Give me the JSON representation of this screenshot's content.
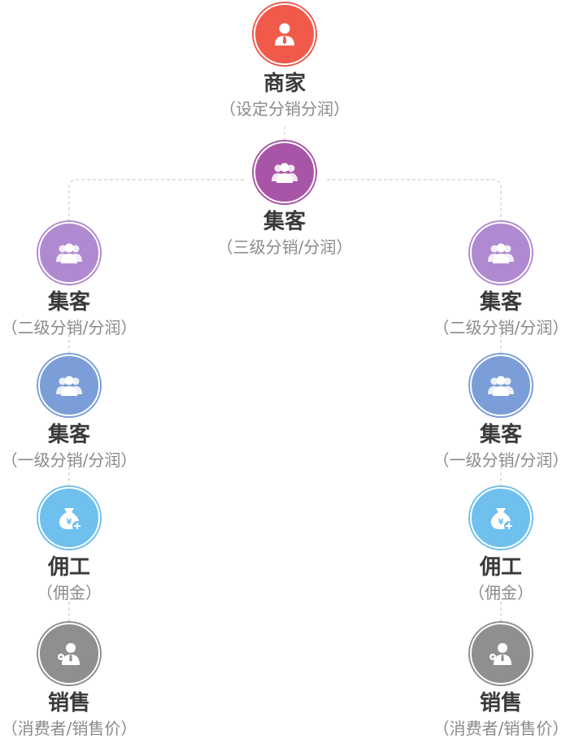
{
  "merchant": {
    "title": "商家",
    "subtitle": "（设定分销分润）",
    "color": "#ef5a4b",
    "icon": "businessman-icon"
  },
  "top_member": {
    "title": "集客",
    "subtitle": "（三级分销/分润）",
    "color": "#a855a7",
    "icon": "group-icon"
  },
  "left_branch": {
    "level2": {
      "title": "集客",
      "subtitle": "（二级分销/分润）",
      "color": "#b08ad0",
      "icon": "group-icon"
    },
    "level1": {
      "title": "集客",
      "subtitle": "（一级分销/分润）",
      "color": "#7c9ed8",
      "icon": "group-icon"
    },
    "worker": {
      "title": "佣工",
      "subtitle": "（佣金）",
      "color": "#6fc0ee",
      "icon": "money-bag-icon"
    },
    "sales": {
      "title": "销售",
      "subtitle": "（消费者/销售价）",
      "color": "#8f8f8f",
      "icon": "salesperson-icon"
    }
  },
  "right_branch": {
    "level2": {
      "title": "集客",
      "subtitle": "（二级分销/分润）",
      "color": "#b08ad0",
      "icon": "group-icon"
    },
    "level1": {
      "title": "集客",
      "subtitle": "（一级分销/分润）",
      "color": "#7c9ed8",
      "icon": "group-icon"
    },
    "worker": {
      "title": "佣工",
      "subtitle": "（佣金）",
      "color": "#6fc0ee",
      "icon": "money-bag-icon"
    },
    "sales": {
      "title": "销售",
      "subtitle": "（消费者/销售价）",
      "color": "#8f8f8f",
      "icon": "salesperson-icon"
    }
  }
}
